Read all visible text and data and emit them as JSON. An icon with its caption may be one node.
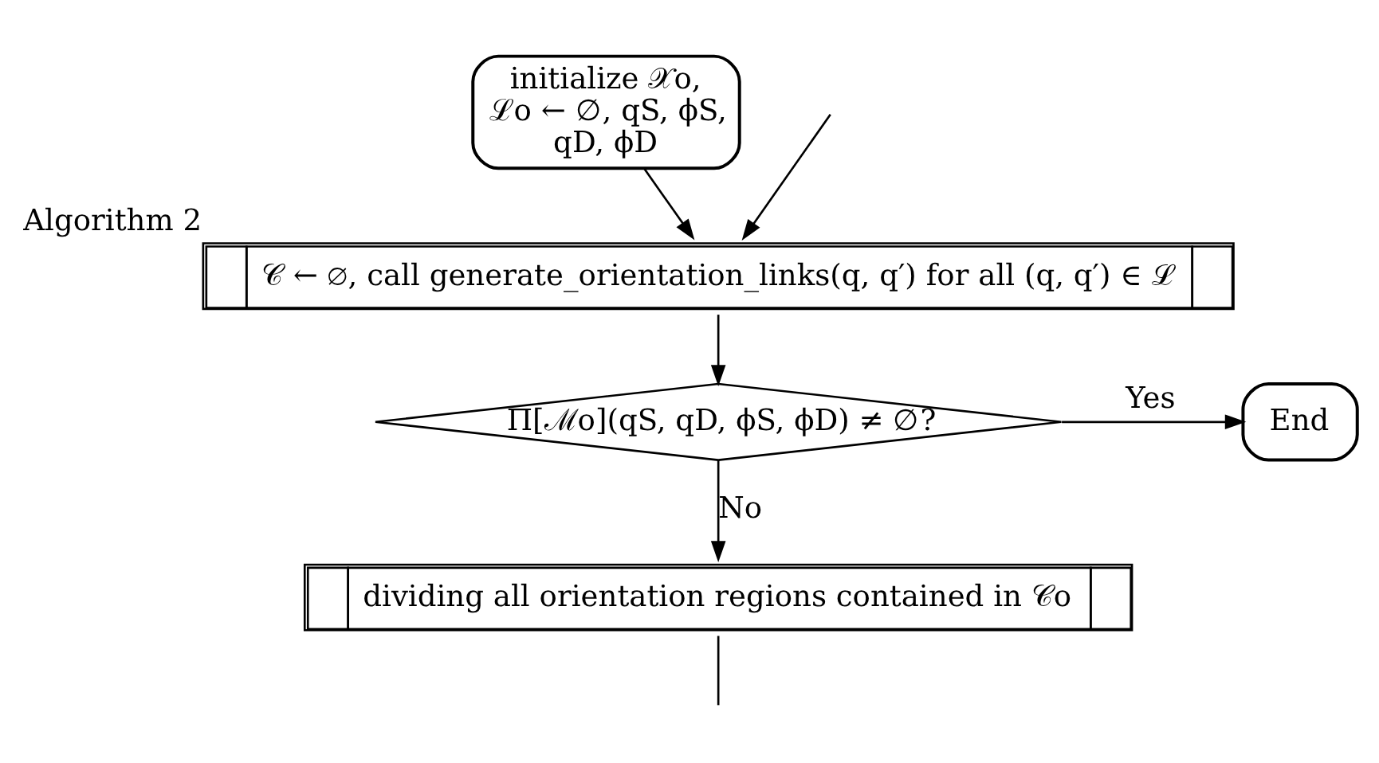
{
  "diagram": {
    "nodes": [
      {
        "text": [
          "initialize 𝒳o, ℒo ← ∅, qS, ϕS, qD, ϕD"
        ]
      },
      {
        "text": [
          "𝒞 ← ∅, call generate_orientation_links(q, q′) for all (q, q′) ∈ ℒ"
        ],
        "beside": [
          "Algorithm 2"
        ]
      },
      {
        "text": [
          "Π[ℳo](qS, qD, ϕS, ϕD) ≠ ∅?"
        ]
      },
      {
        "text": [
          "End"
        ]
      },
      {
        "text": [
          "dividing all orientation regions contained in 𝒞o"
        ]
      }
    ],
    "edges": [
      {
        "from": 0,
        "to": 1,
        "arrow": "to"
      },
      {
        "from": 1,
        "to": 2,
        "arrow": "to"
      },
      {
        "from": 2,
        "to": 3,
        "arrow": "to",
        "label": "Yes"
      },
      {
        "from": 2,
        "to": 4,
        "arrow": "to",
        "label": "No"
      },
      {
        "from": 4,
        "to": null,
        "arrow": "none"
      },
      {
        "from": null,
        "to": 1,
        "arrow": "to"
      }
    ]
  }
}
